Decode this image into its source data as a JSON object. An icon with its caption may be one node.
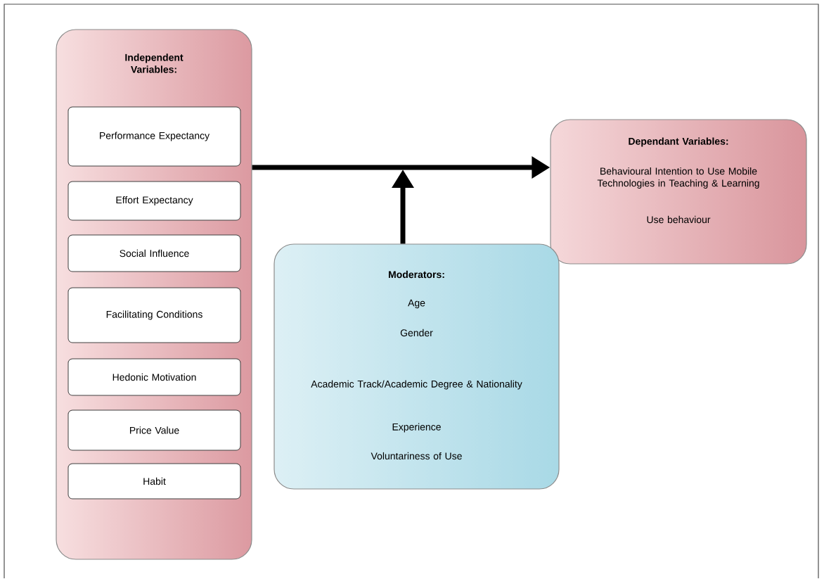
{
  "diagram": {
    "nodes": [
      {
        "text": [
          "Independent Variables:"
        ]
      },
      {
        "text": [
          "Performance Expectancy"
        ],
        "in": 0
      },
      {
        "text": [
          "Effort Expectancy"
        ],
        "in": 0
      },
      {
        "text": [
          "Social Influence"
        ],
        "in": 0
      },
      {
        "text": [
          "Facilitating Conditions"
        ],
        "in": 0
      },
      {
        "text": [
          "Hedonic Motivation"
        ],
        "in": 0
      },
      {
        "text": [
          "Price Value"
        ],
        "in": 0
      },
      {
        "text": [
          "Habit"
        ],
        "in": 0
      },
      {
        "text": [
          "Dependant Variables:",
          "Behavioural Intention to Use Mobile Technologies in Teaching & Learning",
          "Use behaviour"
        ]
      },
      {
        "text": [
          "Moderators:",
          "Age",
          "Gender",
          "Academic Track/Academic Degree & Nationality",
          "Experience",
          "Voluntariness of Use"
        ]
      }
    ],
    "edges": [
      {
        "from": 0,
        "to": 8,
        "arrow": "to"
      },
      {
        "from": 9,
        "to": null,
        "arrow": "to"
      }
    ]
  }
}
